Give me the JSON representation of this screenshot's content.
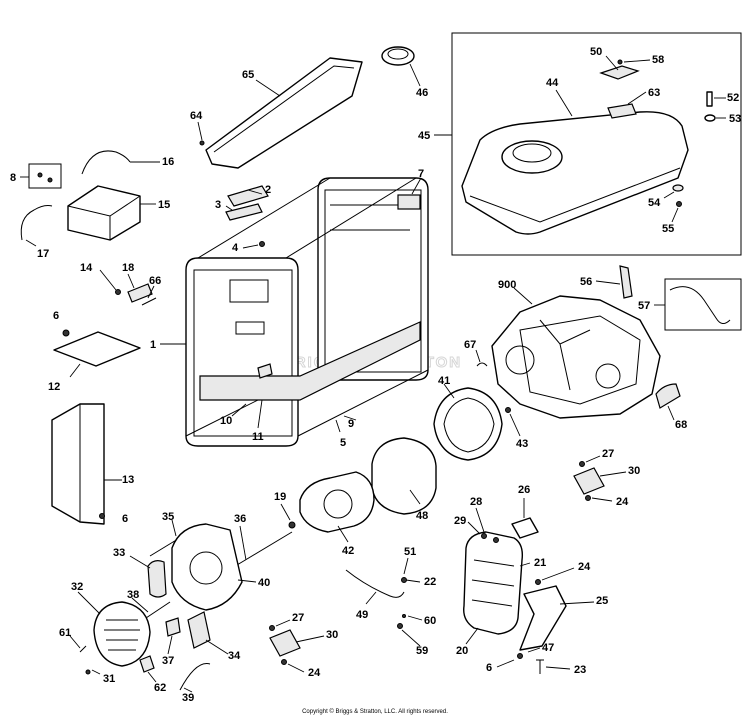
{
  "watermark": "BRIGGS&STRATTON",
  "copyright": "Copyright © Briggs & Stratton, LLC. All rights reserved.",
  "callouts": [
    "1",
    "2",
    "3",
    "4",
    "5",
    "6",
    "6",
    "6",
    "7",
    "8",
    "9",
    "10",
    "11",
    "12",
    "13",
    "14",
    "15",
    "16",
    "17",
    "18",
    "19",
    "20",
    "21",
    "22",
    "23",
    "24",
    "24",
    "24",
    "25",
    "26",
    "27",
    "27",
    "28",
    "29",
    "30",
    "30",
    "31",
    "32",
    "33",
    "34",
    "35",
    "36",
    "37",
    "38",
    "39",
    "40",
    "41",
    "42",
    "43",
    "44",
    "45",
    "46",
    "47",
    "48",
    "49",
    "50",
    "51",
    "52",
    "53",
    "54",
    "55",
    "56",
    "57",
    "58",
    "59",
    "60",
    "61",
    "62",
    "63",
    "64",
    "65",
    "66",
    "67",
    "68",
    "900"
  ]
}
